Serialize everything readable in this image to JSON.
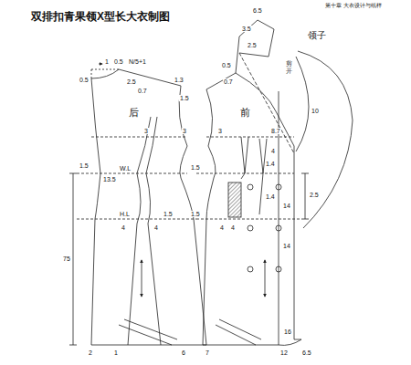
{
  "diagram": {
    "title": "双排扣青果领X型长大衣制图",
    "labels": [
      "第十章 大衣设计与纸样",
      "1",
      "0.5",
      "N/5+1",
      "0.5",
      "2.5",
      "0.7",
      "1.3",
      "1.5",
      "后",
      "3",
      "3",
      "1.5",
      "W.L",
      "13.5",
      "H.L",
      "1.5",
      "4",
      "4",
      "75",
      "2",
      "1",
      "6",
      "7",
      "6.5",
      "3.5",
      "2.5",
      "0.5",
      "0.7",
      "领子",
      "剪开",
      "10",
      "前",
      "3",
      "8.7",
      "4",
      "1.5",
      "1.4",
      "1.4",
      "14",
      "14",
      "2.5",
      "1.5",
      "4",
      "4",
      "12",
      "6.5",
      "16"
    ]
  }
}
